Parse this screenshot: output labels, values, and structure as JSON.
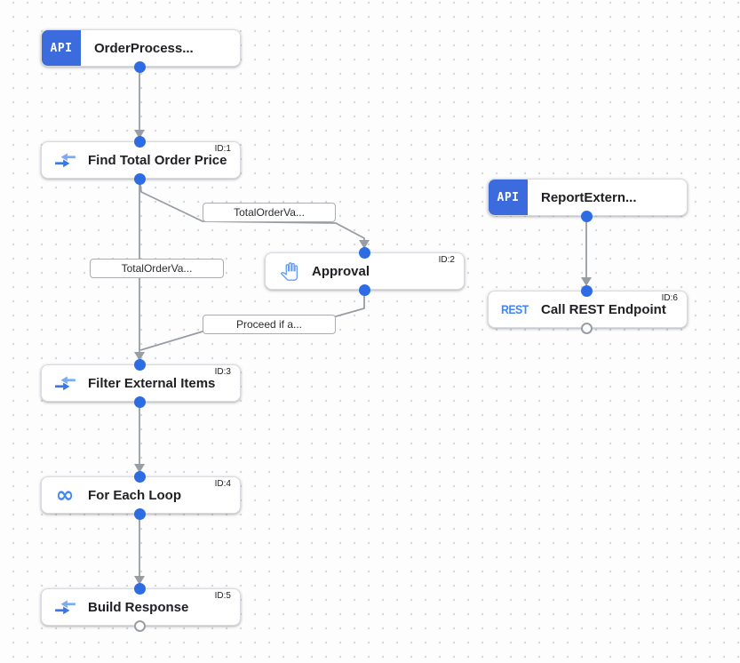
{
  "canvas": {
    "name": "integration-flow-canvas"
  },
  "nodes": [
    {
      "title": "OrderProcess...",
      "badge": "API",
      "kind": "api-trigger"
    },
    {
      "title": "Find Total Order Price",
      "id_label": "ID:1",
      "kind": "data-mapping"
    },
    {
      "title": "Approval",
      "id_label": "ID:2",
      "kind": "approval"
    },
    {
      "title": "Filter External Items",
      "id_label": "ID:3",
      "kind": "data-mapping"
    },
    {
      "title": "For Each Loop",
      "id_label": "ID:4",
      "kind": "for-each-loop",
      "icon_glyph": "∞"
    },
    {
      "title": "Build Response",
      "id_label": "ID:5",
      "kind": "data-mapping"
    },
    {
      "title": "ReportExtern...",
      "badge": "API",
      "kind": "api-trigger"
    },
    {
      "title": "Call REST Endpoint",
      "id_label": "ID:6",
      "kind": "rest-task",
      "icon_text": "REST"
    }
  ],
  "edge_labels": [
    {
      "text": "TotalOrderVa..."
    },
    {
      "text": "TotalOrderVa..."
    },
    {
      "text": "Proceed if a..."
    }
  ],
  "colors": {
    "port_blue": "#2d6ce2",
    "badge_blue": "#3b6bdc",
    "edge_gray": "#979da3",
    "icon_blue_dark": "#3b78e7",
    "icon_blue_light": "#7baaf7",
    "hand_blue": "#669df6",
    "rest_blue": "#4285f4",
    "infinity_blue": "#4285f4"
  }
}
